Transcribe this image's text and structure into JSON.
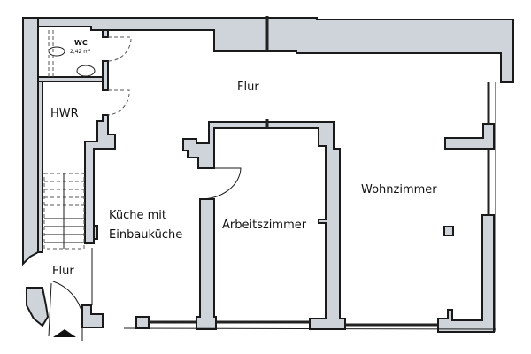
{
  "floorplan": {
    "wall_color": "#cfd4da",
    "line_color": "#1a1a1a",
    "rooms": [
      {
        "id": "wc",
        "label": "WC",
        "area": "2,42 m²"
      },
      {
        "id": "hwr",
        "label": "HWR"
      },
      {
        "id": "flur-top",
        "label": "Flur"
      },
      {
        "id": "kueche",
        "label_line1": "Küche mit",
        "label_line2": "Einbauküche"
      },
      {
        "id": "arbeitszimmer",
        "label": "Arbeitszimmer"
      },
      {
        "id": "wohnzimmer",
        "label": "Wohnzimmer"
      },
      {
        "id": "flur-entrance",
        "label": "Flur"
      }
    ],
    "icons": [
      "entrance-arrow-icon",
      "toilet-icon",
      "sink-icon",
      "staircase-icon",
      "door-swing-icon"
    ]
  }
}
